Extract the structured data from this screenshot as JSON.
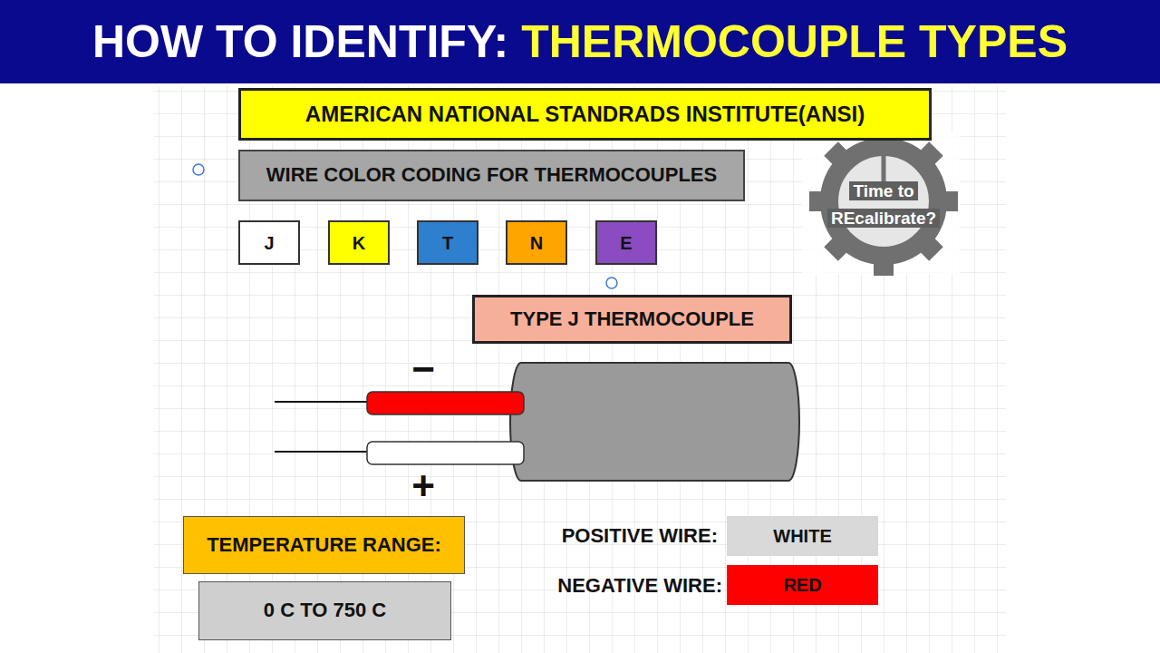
{
  "diagram": {
    "nodes": [
      {
        "text": [
          "HOW TO IDENTIFY:",
          "THERMOCOUPLE TYPES"
        ]
      },
      {
        "text": [
          "AMERICAN NATIONAL STANDRADS INSTITUTE(ANSI)"
        ]
      },
      {
        "text": [
          "WIRE COLOR CODING FOR THERMOCOUPLES"
        ]
      },
      {
        "text": [
          "J"
        ]
      },
      {
        "text": [
          "K"
        ]
      },
      {
        "text": [
          "T"
        ]
      },
      {
        "text": [
          "N"
        ]
      },
      {
        "text": [
          "E"
        ]
      },
      {
        "text": [
          "TYPE J THERMOCOUPLE"
        ]
      },
      {
        "text": [
          "TEMPERATURE RANGE:"
        ]
      },
      {
        "text": [
          "0 C TO 750 C"
        ]
      },
      {
        "text": [
          "WHITE"
        ]
      },
      {
        "text": [
          "RED"
        ]
      }
    ],
    "labels": [
      "Time to",
      "REcalibrate?",
      "−",
      "+",
      "POSITIVE WIRE:",
      "NEGATIVE WIRE:"
    ]
  }
}
